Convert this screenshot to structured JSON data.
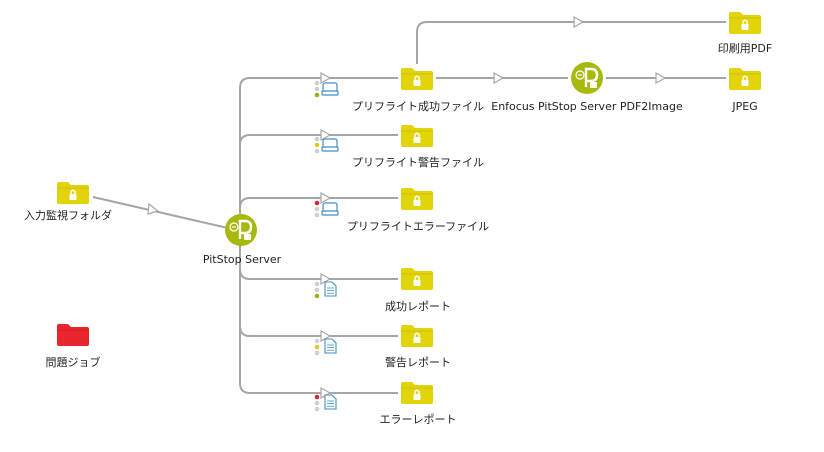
{
  "colors": {
    "folder": "#e3d40a",
    "folder_dark": "#c9bb00",
    "problem_folder": "#e8262b",
    "connector": "#a6a6a6",
    "flow_green": "#a7b80e",
    "dot_green": "#9bb21a",
    "dot_yellow": "#e0cc1a",
    "dot_red": "#e0262b",
    "dot_gray": "#d0d0d0",
    "icon_blue": "#3f8fc4"
  },
  "nodes": {
    "input_folder": {
      "label": "入力監視フォルダ",
      "icon": "lock-folder-icon"
    },
    "pitstop_server": {
      "label": "PitStop Server",
      "icon": "pitstop-flow-icon"
    },
    "preflight_success": {
      "label": "プリフライト成功ファイル",
      "icon": "lock-folder-icon"
    },
    "preflight_warning": {
      "label": "プリフライト警告ファイル",
      "icon": "lock-folder-icon"
    },
    "preflight_error": {
      "label": "プリフライトエラーファイル",
      "icon": "lock-folder-icon"
    },
    "success_report": {
      "label": "成功レポート",
      "icon": "lock-folder-icon"
    },
    "warning_report": {
      "label": "警告レポート",
      "icon": "lock-folder-icon"
    },
    "error_report": {
      "label": "エラーレポート",
      "icon": "lock-folder-icon"
    },
    "print_pdf": {
      "label": "印刷用PDF",
      "icon": "lock-folder-icon"
    },
    "pdf2image": {
      "label": "Enfocus PitStop Server PDF2Image",
      "icon": "pitstop-flow-icon"
    },
    "jpeg": {
      "label": "JPEG",
      "icon": "lock-folder-icon"
    },
    "problem_jobs": {
      "label": "問題ジョブ",
      "icon": "problem-folder-icon"
    }
  },
  "connections": [
    {
      "from": "input_folder",
      "to": "pitstop_server"
    },
    {
      "from": "pitstop_server",
      "to": "preflight_success",
      "status": "success",
      "data_type": "file"
    },
    {
      "from": "pitstop_server",
      "to": "preflight_warning",
      "status": "warning",
      "data_type": "file"
    },
    {
      "from": "pitstop_server",
      "to": "preflight_error",
      "status": "error",
      "data_type": "file"
    },
    {
      "from": "pitstop_server",
      "to": "success_report",
      "status": "success",
      "data_type": "report"
    },
    {
      "from": "pitstop_server",
      "to": "warning_report",
      "status": "warning",
      "data_type": "report"
    },
    {
      "from": "pitstop_server",
      "to": "error_report",
      "status": "error",
      "data_type": "report"
    },
    {
      "from": "preflight_success",
      "to": "print_pdf"
    },
    {
      "from": "preflight_success",
      "to": "pdf2image"
    },
    {
      "from": "pdf2image",
      "to": "jpeg"
    }
  ]
}
